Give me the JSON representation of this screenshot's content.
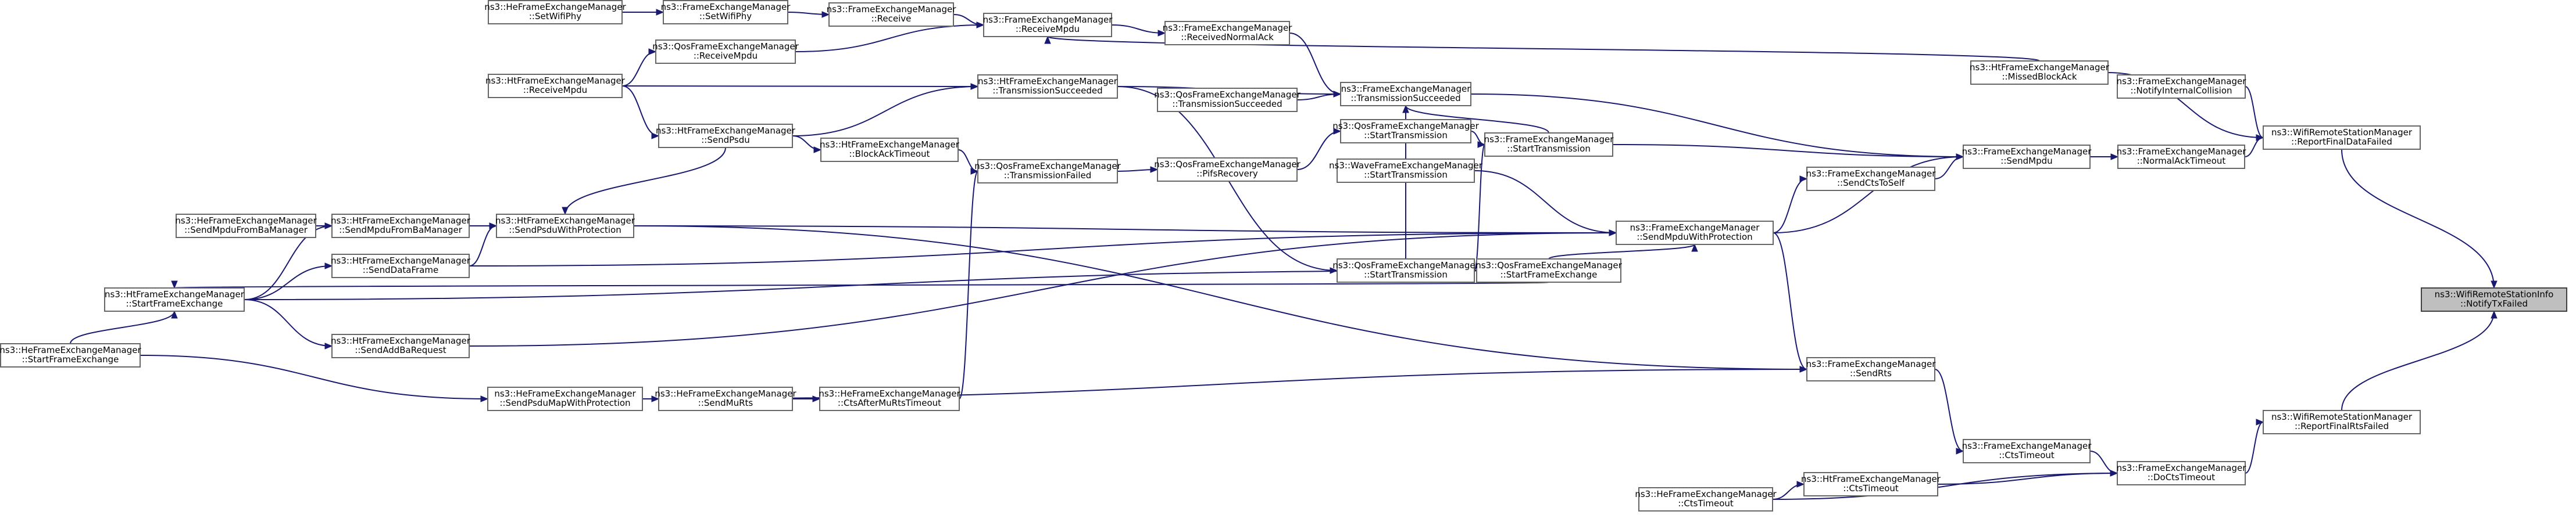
{
  "nodes": [
    {
      "id": "n0",
      "lines": [
        "ns3::WifiRemoteStationInfo",
        "::NotifyTxFailed"
      ],
      "root": true
    },
    {
      "id": "n1",
      "lines": [
        "ns3::WifiRemoteStationManager",
        "::ReportFinalDataFailed"
      ]
    },
    {
      "id": "n2",
      "lines": [
        "ns3::WifiRemoteStationManager",
        "::ReportFinalRtsFailed"
      ]
    },
    {
      "id": "n3",
      "lines": [
        "ns3::FrameExchangeManager",
        "::NotifyInternalCollision"
      ]
    },
    {
      "id": "n4",
      "lines": [
        "ns3::HtFrameExchangeManager",
        "::MissedBlockAck"
      ]
    },
    {
      "id": "n5",
      "lines": [
        "ns3::FrameExchangeManager",
        "::NormalAckTimeout"
      ]
    },
    {
      "id": "n6",
      "lines": [
        "ns3::FrameExchangeManager",
        "::DoCtsTimeout"
      ]
    },
    {
      "id": "n7",
      "lines": [
        "ns3::FrameExchangeManager",
        "::SendMpdu"
      ]
    },
    {
      "id": "n8",
      "lines": [
        "ns3::FrameExchangeManager",
        "::CtsTimeout"
      ]
    },
    {
      "id": "n9",
      "lines": [
        "ns3::HtFrameExchangeManager",
        "::CtsTimeout"
      ]
    },
    {
      "id": "n10",
      "lines": [
        "ns3::FrameExchangeManager",
        "::SendCtsToSelf"
      ]
    },
    {
      "id": "n11",
      "lines": [
        "ns3::FrameExchangeManager",
        "::StartTransmission"
      ]
    },
    {
      "id": "n12",
      "lines": [
        "ns3::FrameExchangeManager",
        "::SendMpduWithProtection"
      ]
    },
    {
      "id": "n13",
      "lines": [
        "ns3::FrameExchangeManager",
        "::SendRts"
      ]
    },
    {
      "id": "n14",
      "lines": [
        "ns3::HeFrameExchangeManager",
        "::CtsTimeout"
      ]
    },
    {
      "id": "n15",
      "lines": [
        "ns3::FrameExchangeManager",
        "::TransmissionSucceeded"
      ]
    },
    {
      "id": "n16",
      "lines": [
        "ns3::QosFrameExchangeManager",
        "::StartTransmission"
      ]
    },
    {
      "id": "n17",
      "lines": [
        "ns3::WaveFrameExchangeManager",
        "::StartTransmission"
      ]
    },
    {
      "id": "n18",
      "lines": [
        "ns3::QosFrameExchangeManager",
        "::StartFrameExchange"
      ]
    },
    {
      "id": "n19",
      "lines": [
        "ns3::QosFrameExchangeManager",
        "::StartTransmission"
      ]
    },
    {
      "id": "n20",
      "lines": [
        "ns3::FrameExchangeManager",
        "::ReceivedNormalAck"
      ]
    },
    {
      "id": "n21",
      "lines": [
        "ns3::QosFrameExchangeManager",
        "::TransmissionSucceeded"
      ]
    },
    {
      "id": "n22",
      "lines": [
        "ns3::QosFrameExchangeManager",
        "::PifsRecovery"
      ]
    },
    {
      "id": "n23",
      "lines": [
        "ns3::FrameExchangeManager",
        "::ReceiveMpdu"
      ]
    },
    {
      "id": "n24",
      "lines": [
        "ns3::HtFrameExchangeManager",
        "::TransmissionSucceeded"
      ]
    },
    {
      "id": "n25",
      "lines": [
        "ns3::QosFrameExchangeManager",
        "::TransmissionFailed"
      ]
    },
    {
      "id": "n26",
      "lines": [
        "ns3::HtFrameExchangeManager",
        "::SendPsduWithProtection"
      ]
    },
    {
      "id": "n27",
      "lines": [
        "ns3::HeFrameExchangeManager",
        "::CtsAfterMuRtsTimeout"
      ]
    },
    {
      "id": "n28",
      "lines": [
        "ns3::FrameExchangeManager",
        "::Receive"
      ]
    },
    {
      "id": "n29",
      "lines": [
        "ns3::QosFrameExchangeManager",
        "::ReceiveMpdu"
      ]
    },
    {
      "id": "n30",
      "lines": [
        "ns3::HtFrameExchangeManager",
        "::SendPsdu"
      ]
    },
    {
      "id": "n31",
      "lines": [
        "ns3::HtFrameExchangeManager",
        "::BlockAckTimeout"
      ]
    },
    {
      "id": "n32",
      "lines": [
        "ns3::HeFrameExchangeManager",
        "::SendMuRts"
      ]
    },
    {
      "id": "n33",
      "lines": [
        "ns3::FrameExchangeManager",
        "::SetWifiPhy"
      ]
    },
    {
      "id": "n34",
      "lines": [
        "ns3::HtFrameExchangeManager",
        "::ReceiveMpdu"
      ]
    },
    {
      "id": "n35",
      "lines": [
        "ns3::HtFrameExchangeManager",
        "::SendMpduFromBaManager"
      ]
    },
    {
      "id": "n36",
      "lines": [
        "ns3::HtFrameExchangeManager",
        "::SendDataFrame"
      ]
    },
    {
      "id": "n37",
      "lines": [
        "ns3::HtFrameExchangeManager",
        "::SendAddBaRequest"
      ]
    },
    {
      "id": "n38",
      "lines": [
        "ns3::HeFrameExchangeManager",
        "::SendPsduMapWithProtection"
      ]
    },
    {
      "id": "n39",
      "lines": [
        "ns3::HeFrameExchangeManager",
        "::SetWifiPhy"
      ]
    },
    {
      "id": "n40",
      "lines": [
        "ns3::HeFrameExchangeManager",
        "::SendMpduFromBaManager"
      ]
    },
    {
      "id": "n41",
      "lines": [
        "ns3::HtFrameExchangeManager",
        "::StartFrameExchange"
      ]
    },
    {
      "id": "n42",
      "lines": [
        "ns3::HeFrameExchangeManager",
        "::StartFrameExchange"
      ]
    }
  ],
  "edges": [
    [
      "n1",
      "n0"
    ],
    [
      "n2",
      "n0"
    ],
    [
      "n3",
      "n1"
    ],
    [
      "n4",
      "n1"
    ],
    [
      "n5",
      "n1"
    ],
    [
      "n6",
      "n2"
    ],
    [
      "n7",
      "n5"
    ],
    [
      "n8",
      "n6"
    ],
    [
      "n9",
      "n6"
    ],
    [
      "n14",
      "n6"
    ],
    [
      "n10",
      "n7"
    ],
    [
      "n11",
      "n7"
    ],
    [
      "n12",
      "n7"
    ],
    [
      "n15",
      "n7"
    ],
    [
      "n13",
      "n8"
    ],
    [
      "n14",
      "n9"
    ],
    [
      "n12",
      "n10"
    ],
    [
      "n16",
      "n11"
    ],
    [
      "n17",
      "n12"
    ],
    [
      "n18",
      "n12"
    ],
    [
      "n19",
      "n11"
    ],
    [
      "n26",
      "n12"
    ],
    [
      "n36",
      "n12"
    ],
    [
      "n37",
      "n12"
    ],
    [
      "n41",
      "n18"
    ],
    [
      "n12",
      "n13"
    ],
    [
      "n26",
      "n13"
    ],
    [
      "n38",
      "n13"
    ],
    [
      "n11",
      "n15"
    ],
    [
      "n20",
      "n15"
    ],
    [
      "n21",
      "n15"
    ],
    [
      "n24",
      "n15"
    ],
    [
      "n19",
      "n15"
    ],
    [
      "n22",
      "n16"
    ],
    [
      "n24",
      "n19"
    ],
    [
      "n23",
      "n20"
    ],
    [
      "n25",
      "n22"
    ],
    [
      "n28",
      "n23"
    ],
    [
      "n29",
      "n23"
    ],
    [
      "n4",
      "n23"
    ],
    [
      "n30",
      "n24"
    ],
    [
      "n34",
      "n24"
    ],
    [
      "n31",
      "n25"
    ],
    [
      "n27",
      "n25"
    ],
    [
      "n35",
      "n26"
    ],
    [
      "n36",
      "n26"
    ],
    [
      "n30",
      "n26"
    ],
    [
      "n32",
      "n27"
    ],
    [
      "n33",
      "n28"
    ],
    [
      "n34",
      "n29"
    ],
    [
      "n30",
      "n31"
    ],
    [
      "n38",
      "n32"
    ],
    [
      "n39",
      "n33"
    ],
    [
      "n34",
      "n30"
    ],
    [
      "n40",
      "n35"
    ],
    [
      "n41",
      "n35"
    ],
    [
      "n41",
      "n36"
    ],
    [
      "n41",
      "n37"
    ],
    [
      "n42",
      "n38"
    ],
    [
      "n42",
      "n41"
    ],
    [
      "n18",
      "n41"
    ],
    [
      "n4",
      "n4b"
    ]
  ],
  "colors": {
    "edge": "#191970",
    "root_fill": "#bfbfbf",
    "node_fill": "#ffffff",
    "node_stroke": "#666666"
  }
}
